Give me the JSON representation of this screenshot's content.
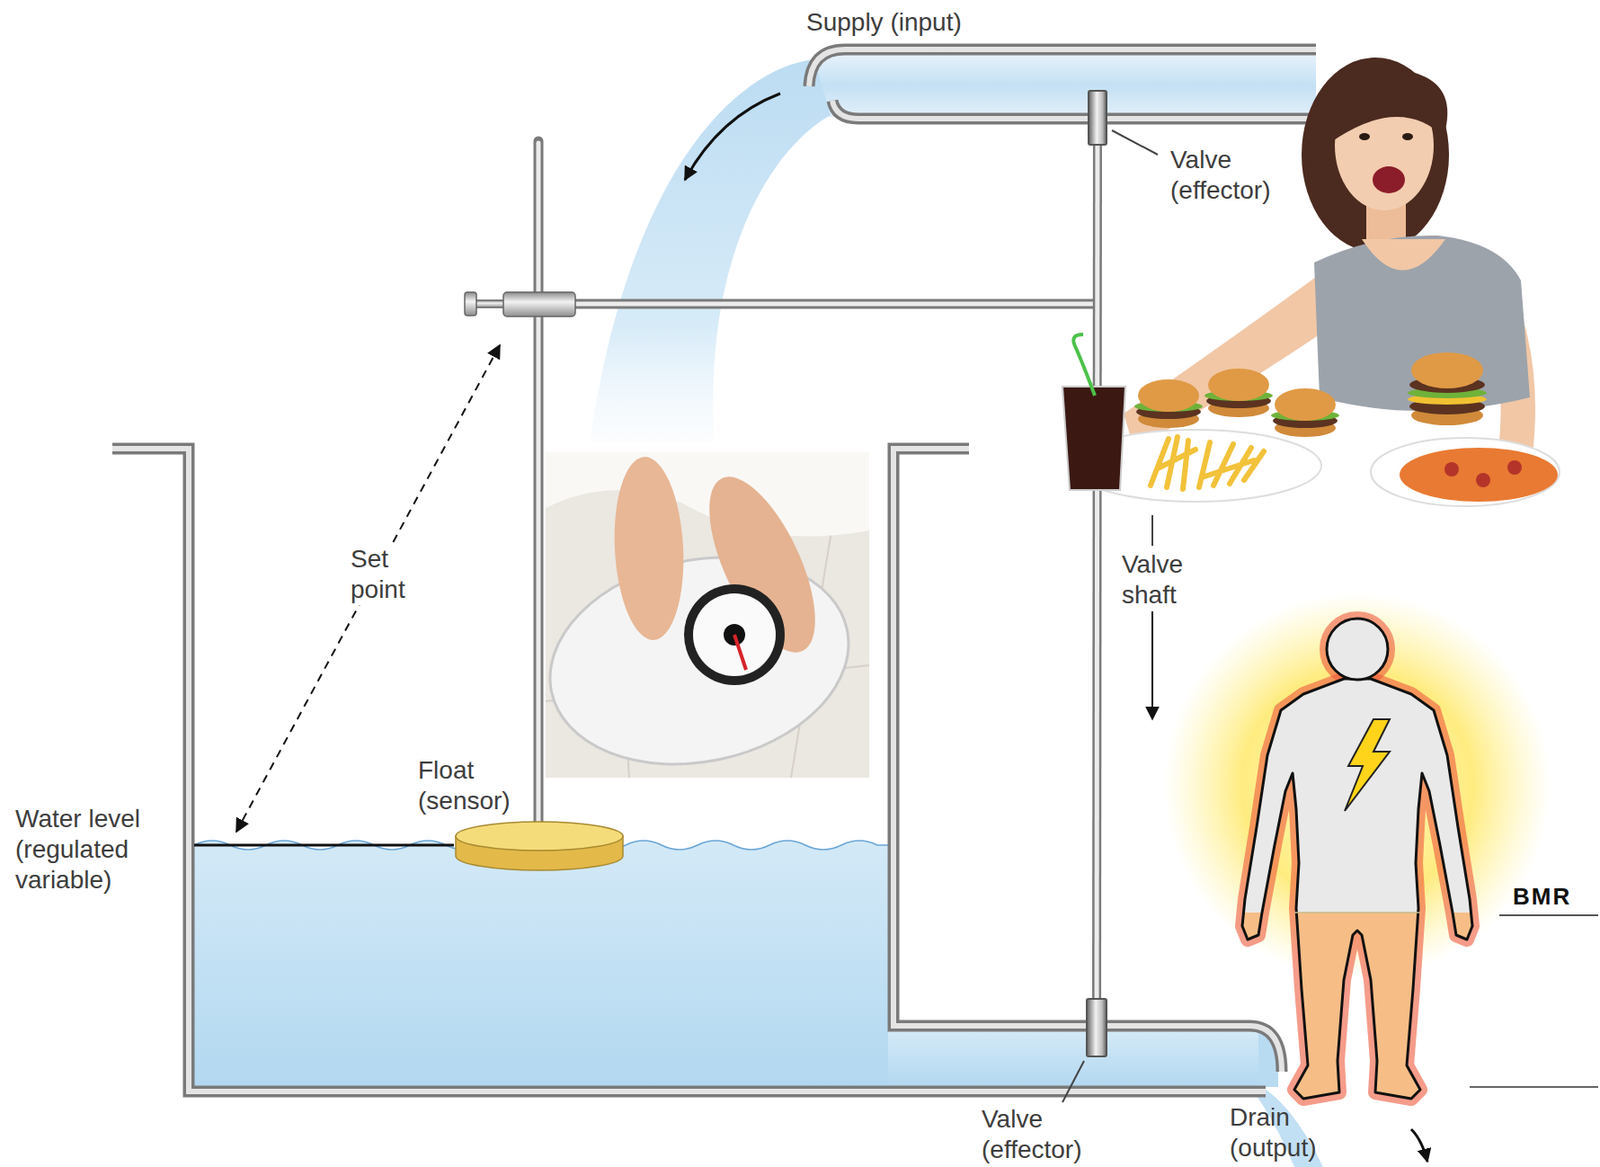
{
  "diagram": {
    "nodes": [
      {
        "text": [
          "Valve (effector)"
        ]
      },
      {
        "text": [
          "Float (sensor)"
        ]
      },
      {
        "text": [
          "Valve (effector)"
        ]
      }
    ],
    "edges": [
      {
        "from": 0,
        "to": 2,
        "arrow": "none",
        "label": "Valve shaft"
      }
    ],
    "labels": [
      "Supply (input)",
      "Set point",
      "Water level (regulated variable)",
      "Drain (output)",
      "BMR"
    ]
  }
}
